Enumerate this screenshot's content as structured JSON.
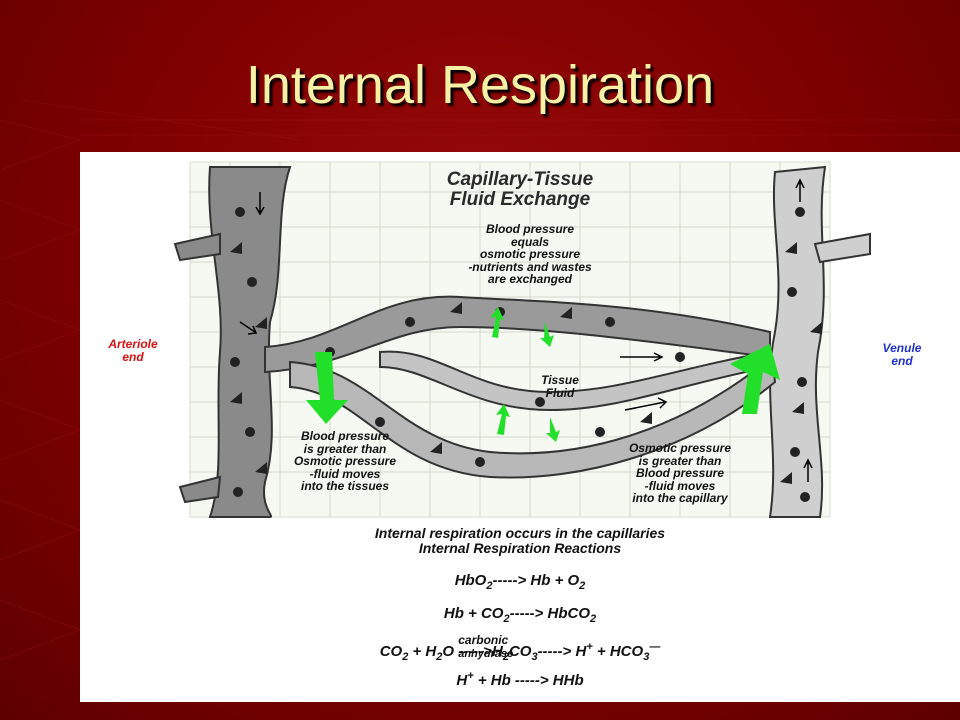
{
  "slide": {
    "title": "Internal Respiration"
  },
  "diagram": {
    "title_line1": "Capillary-Tissue",
    "title_line2": "Fluid Exchange",
    "arteriole_label_1": "Arteriole",
    "arteriole_label_2": "end",
    "venule_label_1": "Venule",
    "venule_label_2": "end",
    "top_note": [
      "Blood pressure",
      "equals",
      "osmotic pressure",
      "-nutrients and wastes",
      "are exchanged"
    ],
    "tissue_fluid_1": "Tissue",
    "tissue_fluid_2": "Fluid",
    "left_note": [
      "Blood pressure",
      "is greater than",
      "Osmotic pressure",
      "-fluid moves",
      "into the tissues"
    ],
    "right_note": [
      "Osmotic pressure",
      "is greater than",
      "Blood pressure",
      "-fluid moves",
      "into the capillary"
    ],
    "colors": {
      "arteriole_vessel": "#8a8a8a",
      "venule_vessel": "#cfcfcf",
      "arrow_green": "#22e02a",
      "arteriole_text": "#d81010",
      "venule_text": "#1f33c8"
    }
  },
  "caption": {
    "line1": "Internal respiration occurs in the capillaries",
    "line2": "Internal Respiration Reactions"
  },
  "equations": {
    "eq1": {
      "a": "HbO",
      "a_sub": "2",
      "arrow": "----->",
      "b": "Hb + O",
      "b_sub": "2"
    },
    "eq2": {
      "a": "Hb + CO",
      "a_sub": "2",
      "arrow": "----->",
      "b": "HbCO",
      "b_sub": "2"
    },
    "eq3": {
      "a": "CO",
      "a_sub": "2",
      "plus": "+ H",
      "h_sub": "2",
      "o": "O",
      "enzyme_top": "carbonic",
      "enzyme_bottom": "anhydrase",
      "arrow1": "----->",
      "c": "H",
      "c_sub": "2",
      "c2": "CO",
      "c2_sub": "3",
      "arrow2": "-----> H",
      "plus_sup": "+",
      "d": "+ HCO",
      "d_sub": "3",
      "d_sup": "—"
    },
    "eq4": {
      "a": "H",
      "a_sup": "+",
      "b": "+ Hb -----> HHb"
    }
  }
}
